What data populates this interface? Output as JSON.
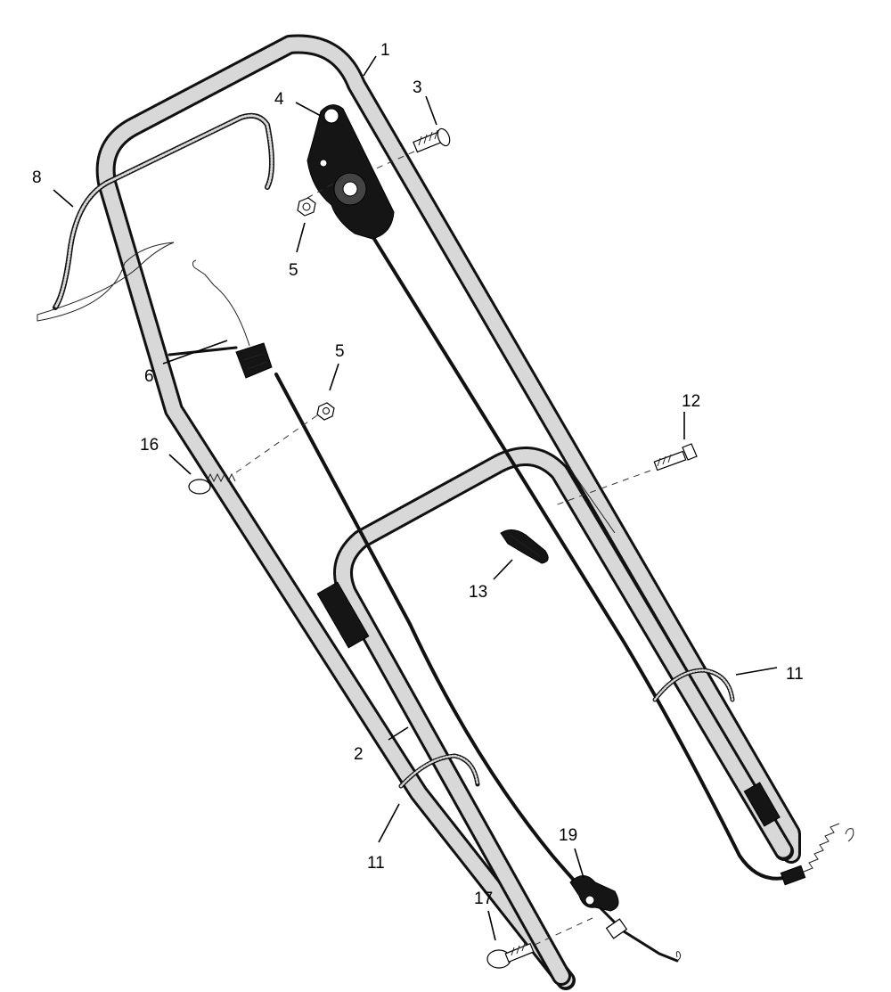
{
  "callouts": {
    "c1": "1",
    "c2": "2",
    "c3": "3",
    "c4": "4",
    "c5a": "5",
    "c5b": "5",
    "c6": "6",
    "c8": "8",
    "c11a": "11",
    "c11b": "11",
    "c12": "12",
    "c13": "13",
    "c16": "16",
    "c17": "17",
    "c19": "19"
  },
  "colors": {
    "ink": "#111111",
    "background": "#ffffff",
    "tube_texture": "#d8d8d8"
  }
}
